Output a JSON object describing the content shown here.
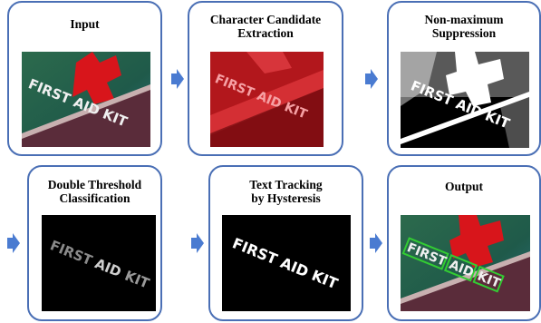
{
  "stages": [
    {
      "title_lines": [
        "Input"
      ]
    },
    {
      "title_lines": [
        "Character Candidate",
        "Extraction"
      ]
    },
    {
      "title_lines": [
        "Non-maximum",
        "Suppression"
      ]
    },
    {
      "title_lines": [
        "Double Threshold",
        "Classification"
      ]
    },
    {
      "title_lines": [
        "Text Tracking",
        "by Hysteresis"
      ]
    },
    {
      "title_lines": [
        "Output"
      ]
    }
  ],
  "image_text": {
    "line1": "FIRST AID KIT",
    "first": "FIRST",
    "aid": "AID",
    "kit": "KIT"
  },
  "colors": {
    "panel_border": "#4a6fb5",
    "arrow": "#4a7bd1",
    "box_green": "#3c3",
    "cross_red": "#d8151b"
  }
}
